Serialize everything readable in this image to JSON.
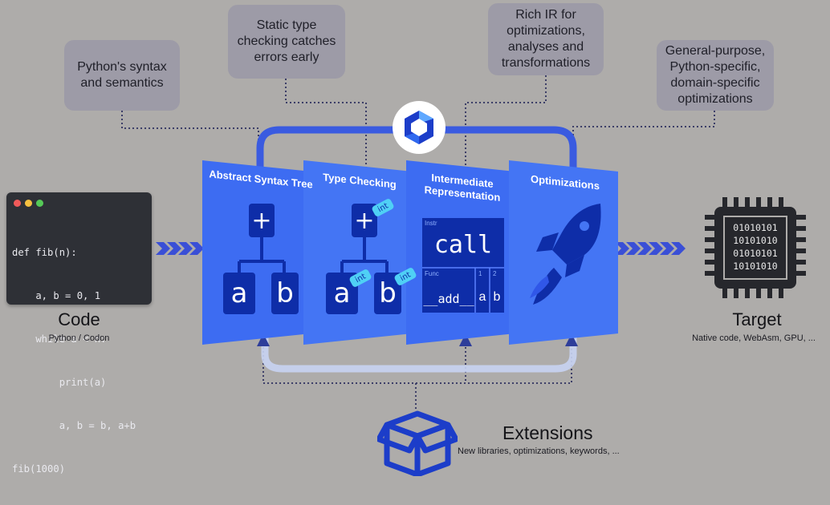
{
  "bubbles": {
    "syntax": "Python's syntax\nand semantics",
    "types": "Static type\nchecking catches\nerrors early",
    "ir": "Rich IR for\noptimizations,\nanalyses and\ntransformations",
    "opt": "General-purpose,\nPython-specific,\ndomain-specific\noptimizations"
  },
  "code": {
    "lines": [
      "def fib(n):",
      "    a, b = 0, 1",
      "    while a < n:",
      "        print(a)",
      "        a, b = b, a+b",
      "fib(1000)"
    ],
    "title": "Code",
    "subtitle": "Python / Codon"
  },
  "stages": {
    "ast": {
      "title": "Abstract Syntax Tree",
      "op": "+",
      "left": "a",
      "right": "b"
    },
    "types": {
      "title": "Type Checking",
      "op": "+",
      "left": "a",
      "right": "b",
      "tag": "int"
    },
    "ir": {
      "title": "Intermediate\nRepresentation",
      "instr_label": "Instr",
      "instr": "call",
      "func_label": "Func",
      "func": "__add__",
      "arg1_label": "1",
      "arg2_label": "2",
      "arg1": "a",
      "arg2": "b"
    },
    "opt": {
      "title": "Optimizations"
    }
  },
  "target": {
    "title": "Target",
    "subtitle": "Native code, WebAsm, GPU, ...",
    "chip_lines": [
      "01010101",
      "10101010",
      "01010101",
      "10101010"
    ]
  },
  "extensions": {
    "title": "Extensions",
    "subtitle": "New libraries, optimizations, keywords, ..."
  },
  "colors": {
    "background": "#aeacaa",
    "bubble": "#9d9ba7",
    "card": "#3d6cf2",
    "node": "#0e2da8",
    "arrow": "#3a4fd6",
    "dotted": "#3d3f68"
  }
}
